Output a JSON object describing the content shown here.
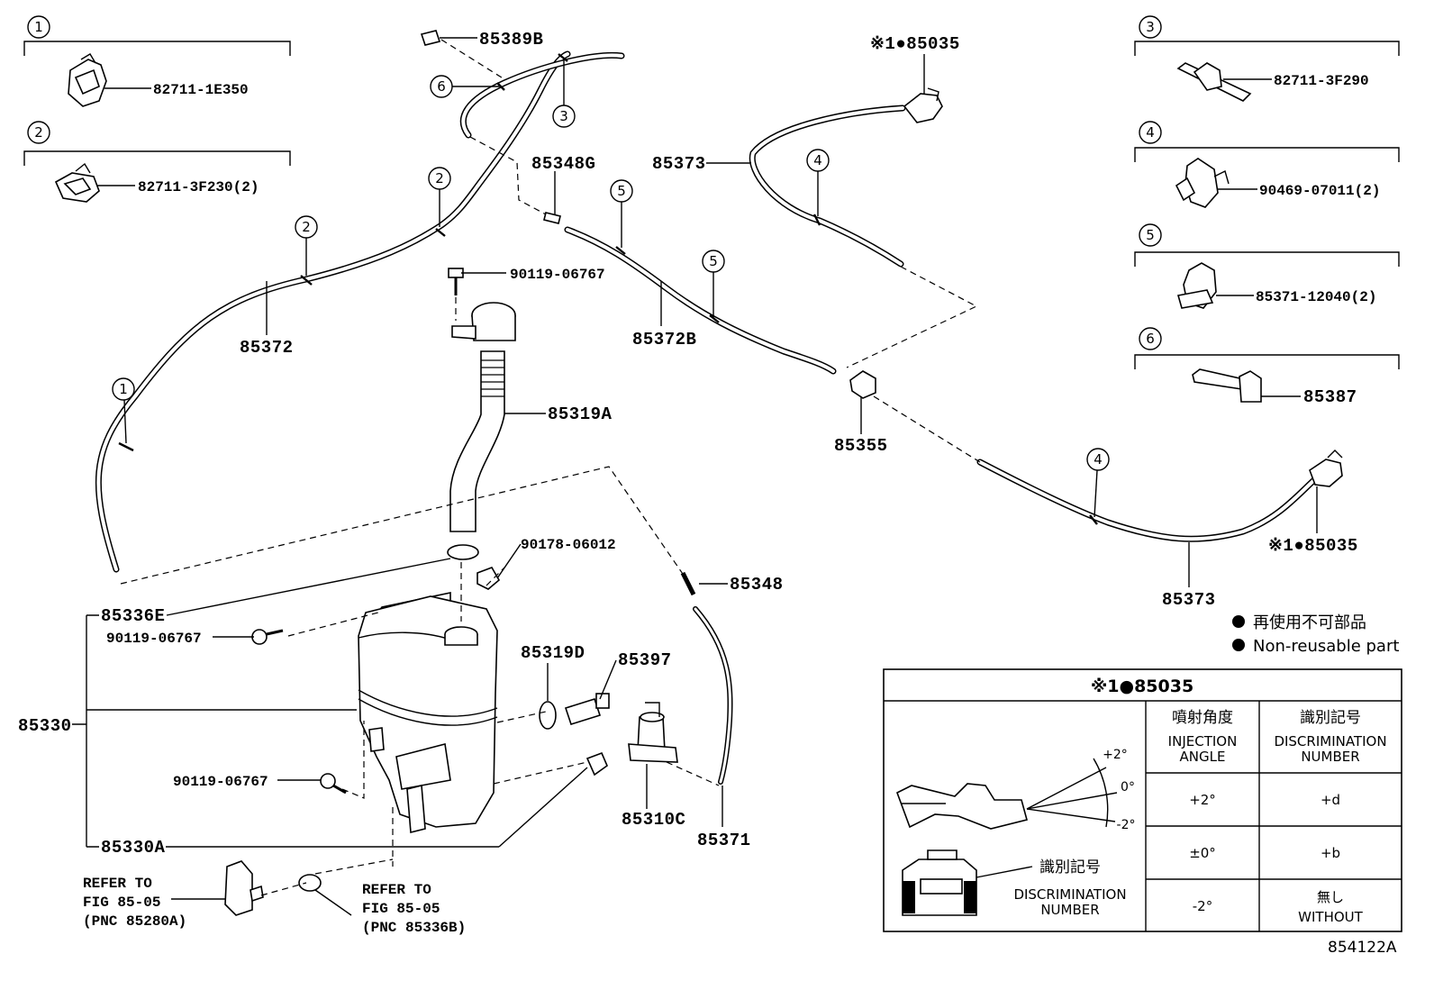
{
  "diagram_code": "854122A",
  "callouts": [
    "1",
    "2",
    "3",
    "4",
    "5",
    "6"
  ],
  "clip_groups": [
    {
      "num": "1",
      "part": "82711-1E350"
    },
    {
      "num": "2",
      "part": "82711-3F230(2)"
    },
    {
      "num": "3",
      "part": "82711-3F290"
    },
    {
      "num": "4",
      "part": "90469-07011(2)"
    },
    {
      "num": "5",
      "part": "85371-12040(2)"
    },
    {
      "num": "6",
      "part": "85387"
    }
  ],
  "labels": {
    "p85389B": "85389B",
    "p85348G": "85348G",
    "p85373_top": "85373",
    "p85035_top": "※1●85035",
    "p85372": "85372",
    "p85372B": "85372B",
    "p90119_top": "90119-06767",
    "p85319A": "85319A",
    "p85355": "85355",
    "p90178": "90178-06012",
    "p85348": "85348",
    "p85336E": "85336E",
    "p90119_mid": "90119-06767",
    "p85319D": "85319D",
    "p85397": "85397",
    "p85330": "85330",
    "p90119_low": "90119-06767",
    "p85310C": "85310C",
    "p85371": "85371",
    "p85330A": "85330A",
    "p85373_low": "85373",
    "p85035_low": "※1●85035",
    "refer_left": [
      "REFER TO",
      "FIG 85-05",
      "(PNC 85280A)"
    ],
    "refer_right": [
      "REFER TO",
      "FIG 85-05",
      "(PNC 85336B)"
    ]
  },
  "legend": {
    "ja": "再使用不可部品",
    "en": "Non-reusable part"
  },
  "table": {
    "title": "※1●85035",
    "col1_header_ja": "噴射角度",
    "col1_header_en": [
      "INJECTION",
      "ANGLE"
    ],
    "col2_header_ja": "識別記号",
    "col2_header_en": [
      "DISCRIMINATION",
      "NUMBER"
    ],
    "rows": [
      {
        "angle": "+2°",
        "mark": "+d"
      },
      {
        "angle": "±0°",
        "mark": "+b"
      },
      {
        "angle": "-2°",
        "mark": "無し",
        "mark_en": "WITHOUT"
      }
    ],
    "angle_marks": [
      "+2°",
      "0°",
      "-2°"
    ],
    "id_label_ja": "識別記号",
    "id_label_en": [
      "DISCRIMINATION",
      "NUMBER"
    ]
  }
}
